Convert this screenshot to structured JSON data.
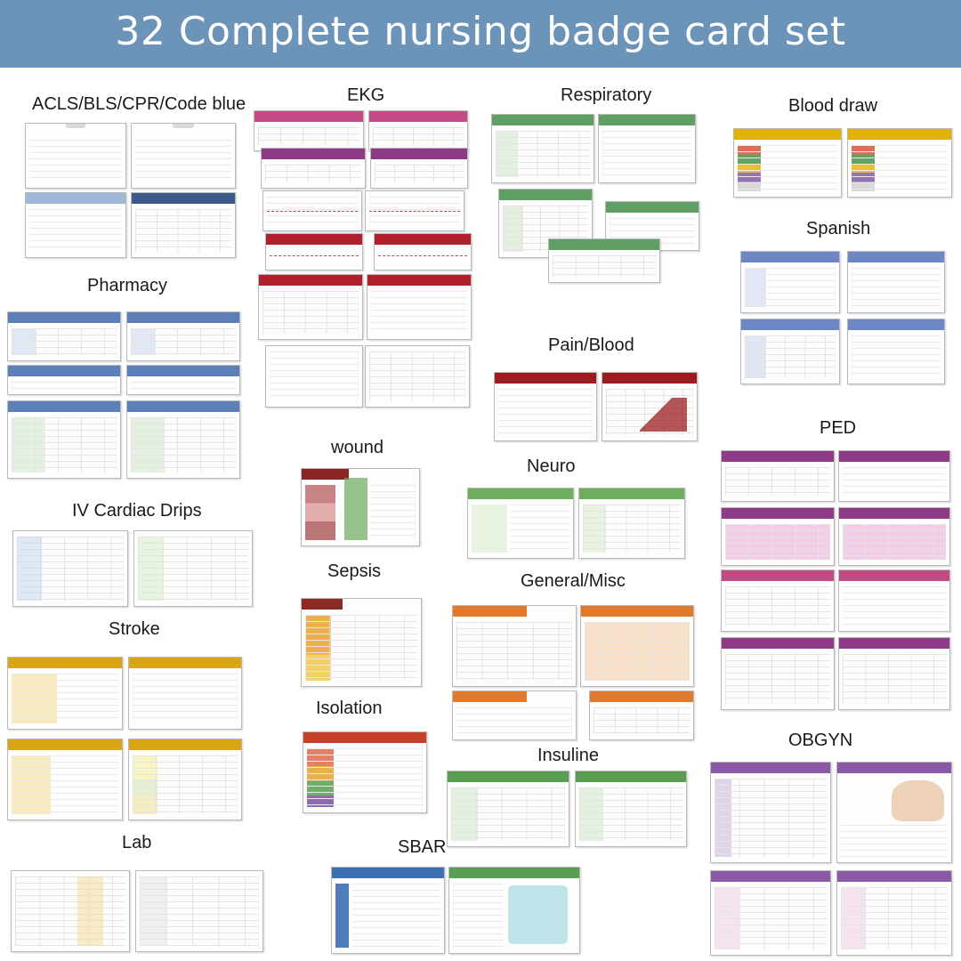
{
  "title": "32 Complete nursing badge card set",
  "categories": [
    {
      "id": "acls",
      "label": "ACLS/BLS/CPR/Code blue",
      "color": "#9fb7d8"
    },
    {
      "id": "ekg",
      "label": "EKG",
      "color": "#b0305a"
    },
    {
      "id": "respiratory",
      "label": "Respiratory",
      "color": "#5f9f64"
    },
    {
      "id": "blood-draw",
      "label": "Blood draw",
      "color": "#e2b200"
    },
    {
      "id": "pharmacy",
      "label": "Pharmacy",
      "color": "#5b7fb6"
    },
    {
      "id": "spanish",
      "label": "Spanish",
      "color": "#6d86c4"
    },
    {
      "id": "pain-blood",
      "label": "Pain/Blood",
      "color": "#9b1d20"
    },
    {
      "id": "wound",
      "label": "wound",
      "color": "#8b2525"
    },
    {
      "id": "neuro",
      "label": "Neuro",
      "color": "#6fae5f"
    },
    {
      "id": "ped",
      "label": "PED",
      "color": "#8e3a86"
    },
    {
      "id": "iv-cardiac",
      "label": "IV Cardiac Drips",
      "color": "#8faad6"
    },
    {
      "id": "sepsis",
      "label": "Sepsis",
      "color": "#8b2a25"
    },
    {
      "id": "general",
      "label": "General/Misc",
      "color": "#e07a2e"
    },
    {
      "id": "stroke",
      "label": "Stroke",
      "color": "#d9a416"
    },
    {
      "id": "isolation",
      "label": "Isolation",
      "color": "#c9402a"
    },
    {
      "id": "insuline",
      "label": "Insuline",
      "color": "#5a9e54"
    },
    {
      "id": "obgyn",
      "label": "OBGYN",
      "color": "#8a5aa6"
    },
    {
      "id": "lab",
      "label": "Lab",
      "color": "#c9a54a"
    },
    {
      "id": "sbar",
      "label": "SBAR",
      "color": "#3d6fb3"
    }
  ]
}
